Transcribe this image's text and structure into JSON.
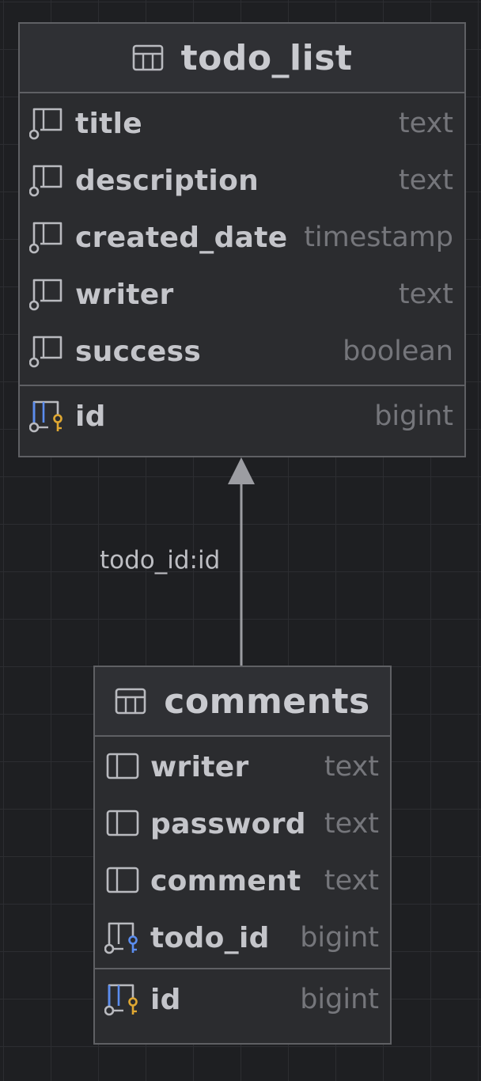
{
  "diagram": {
    "tables": [
      {
        "name": "todo_list",
        "columns": [
          {
            "name": "title",
            "type": "text",
            "key": "none"
          },
          {
            "name": "description",
            "type": "text",
            "key": "none"
          },
          {
            "name": "created_date",
            "type": "timestamp",
            "key": "none"
          },
          {
            "name": "writer",
            "type": "text",
            "key": "none"
          },
          {
            "name": "success",
            "type": "boolean",
            "key": "none"
          }
        ],
        "primary_key": {
          "name": "id",
          "type": "bigint",
          "key": "primary"
        }
      },
      {
        "name": "comments",
        "columns": [
          {
            "name": "writer",
            "type": "text",
            "key": "none"
          },
          {
            "name": "password",
            "type": "text",
            "key": "none"
          },
          {
            "name": "comment",
            "type": "text",
            "key": "none"
          },
          {
            "name": "todo_id",
            "type": "bigint",
            "key": "foreign"
          }
        ],
        "primary_key": {
          "name": "id",
          "type": "bigint",
          "key": "primary"
        }
      }
    ],
    "relationship": {
      "label": "todo_id:id",
      "from": "comments",
      "to": "todo_list"
    },
    "icons": {
      "table": "table-icon",
      "column": "column-icon",
      "nullable_column": "nullable-column-icon",
      "primary_key": "primary-key-icon",
      "foreign_key": "foreign-key-icon"
    },
    "colors": {
      "background": "#1e1f22",
      "primary_key": "#e0a832",
      "foreign_key": "#5b8def"
    }
  }
}
